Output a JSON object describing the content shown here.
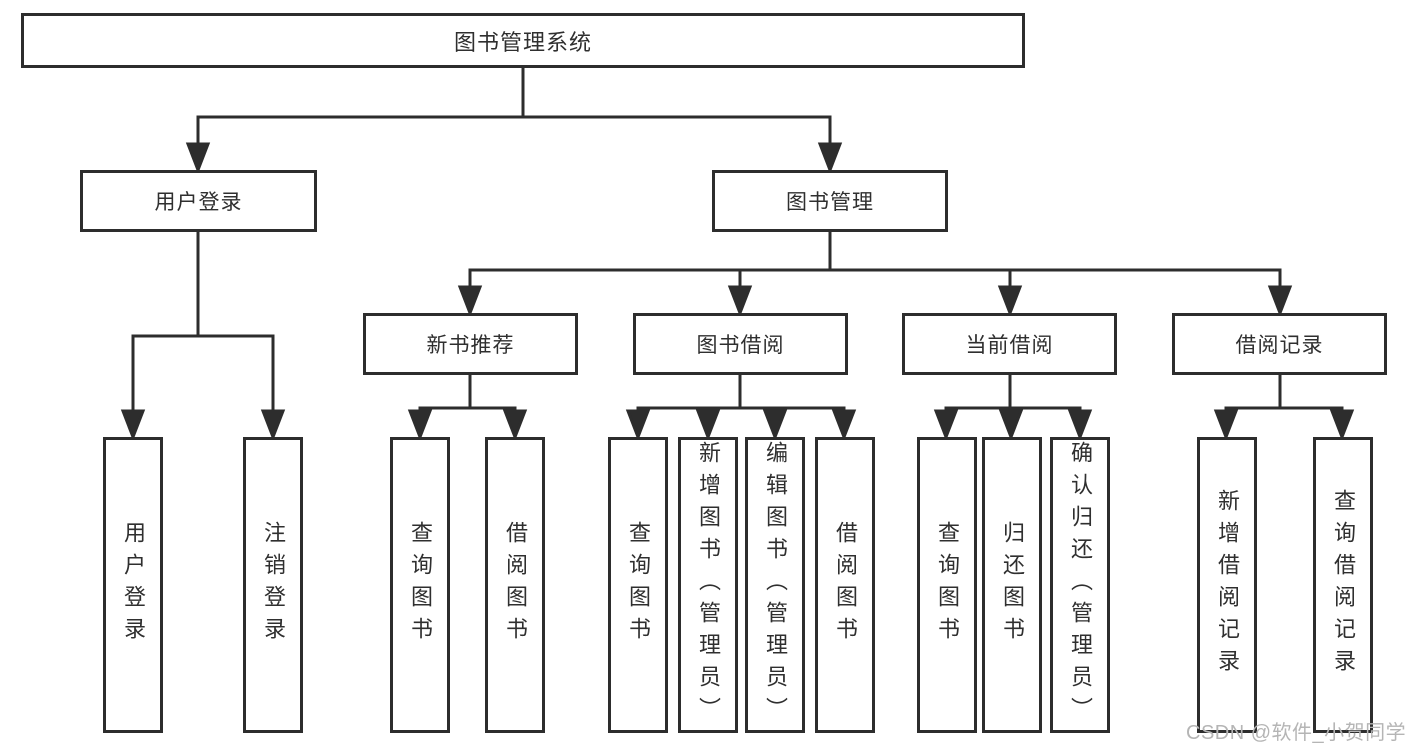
{
  "diagram": {
    "title_node": {
      "label": "图书管理系统"
    },
    "level2": [
      {
        "label": "用户登录"
      },
      {
        "label": "图书管理"
      }
    ],
    "level3": [
      {
        "label": "新书推荐"
      },
      {
        "label": "图书借阅"
      },
      {
        "label": "当前借阅"
      },
      {
        "label": "借阅记录"
      }
    ],
    "leaves": [
      {
        "label": "用户登录"
      },
      {
        "label": "注销登录"
      },
      {
        "label": "查询图书"
      },
      {
        "label": "借阅图书"
      },
      {
        "label": "查询图书"
      },
      {
        "label": "新增图书（管理员）"
      },
      {
        "label": "编辑图书（管理员）"
      },
      {
        "label": "借阅图书"
      },
      {
        "label": "查询图书"
      },
      {
        "label": "归还图书"
      },
      {
        "label": "确认归还（管理员）"
      },
      {
        "label": "新增借阅记录"
      },
      {
        "label": "查询借阅记录"
      }
    ],
    "colors": {
      "line": "#2d2d2d",
      "text": "#2f2f2f",
      "background": "#ffffff",
      "watermark": "#b5b5b5"
    }
  },
  "watermark": {
    "text": "CSDN @软件_小贺同学"
  }
}
